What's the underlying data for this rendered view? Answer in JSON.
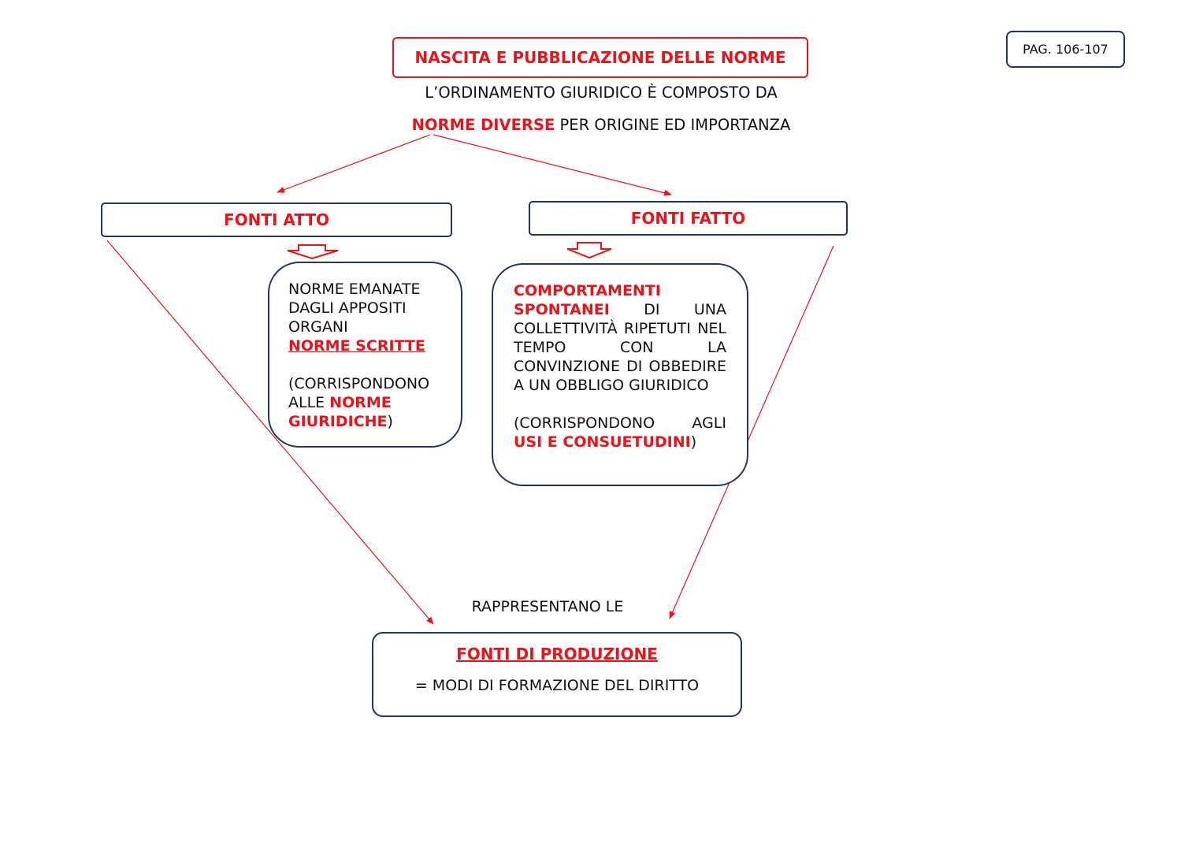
{
  "title": "NASCITA E PUBBLICAZIONE DELLE NORME",
  "page_ref": "PAG. 106-107",
  "intro": {
    "line1": "L’ORDINAMENTO GIURIDICO È COMPOSTO DA",
    "highlight": "NORME DIVERSE",
    "line2_rest": " PER ORIGINE ED IMPORTANZA"
  },
  "fonti_atto": {
    "label": "FONTI ATTO",
    "desc": "NORME EMANATE DAGLI APPOSITI ORGANI",
    "highlight": "NORME SCRITTE",
    "note_pre": "(CORRISPONDONO ALLE ",
    "note_highlight": "NORME GIURIDICHE",
    "note_post": ")"
  },
  "fonti_fatto": {
    "label": "FONTI FATTO",
    "highlight": "COMPORTAMENTI SPONTANEI",
    "desc": " DI UNA COLLETTIVITÀ RIPETUTI NEL TEMPO CON LA CONVINZIONE DI OBBEDIRE A UN OBBLIGO GIURIDICO",
    "note_pre": "(CORRISPONDONO AGLI ",
    "note_highlight": "USI E CONSUETUDINI",
    "note_post": ")"
  },
  "connector": "RAPPRESENTANO LE",
  "fonti_produzione": {
    "label": "FONTI DI PRODUZIONE",
    "definition": "= MODI DI FORMAZIONE DEL DIRITTO"
  },
  "colors": {
    "accent": "#e8141b",
    "border": "#1f3461"
  }
}
